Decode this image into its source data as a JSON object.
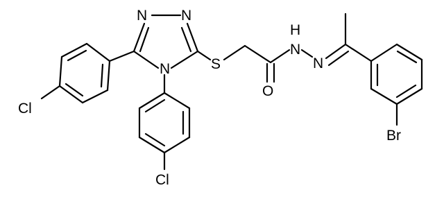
{
  "molecule": {
    "atoms": {
      "n1": "N",
      "n2": "N",
      "n4": "N",
      "s": "S",
      "o": "O",
      "nh_n": "N",
      "nh_h": "H",
      "n_imine": "N",
      "cl_left": "Cl",
      "cl_bottom": "Cl",
      "br": "Br"
    }
  }
}
